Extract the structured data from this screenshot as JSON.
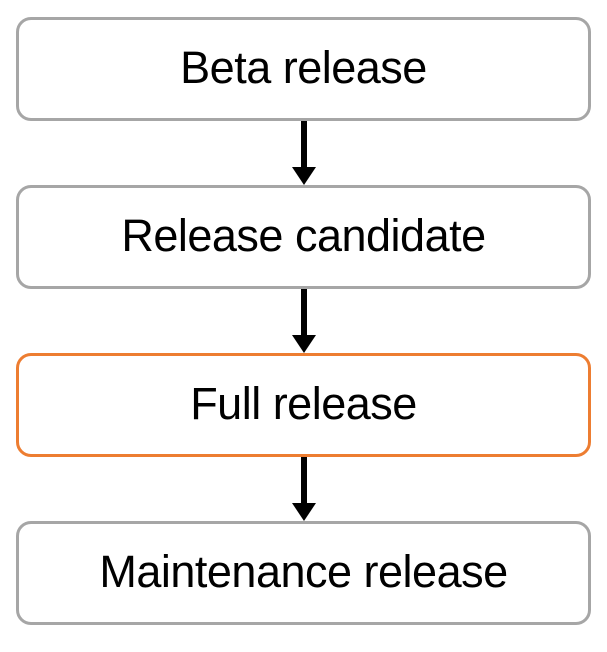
{
  "nodes": [
    {
      "label": "Beta release",
      "highlighted": false
    },
    {
      "label": "Release candidate",
      "highlighted": false
    },
    {
      "label": "Full release",
      "highlighted": true
    },
    {
      "label": "Maintenance release",
      "highlighted": false
    }
  ],
  "connectors": [
    {
      "from": "Beta release",
      "to": "Release candidate",
      "direction": "down"
    },
    {
      "from": "Release candidate",
      "to": "Full release",
      "direction": "down"
    },
    {
      "from": "Full release",
      "to": "Maintenance release",
      "direction": "down"
    }
  ],
  "colors": {
    "node_border": "#A6A6A6",
    "highlight_border": "#ED7D31",
    "arrow": "#000000",
    "text": "#000000",
    "background": "#FFFFFF"
  }
}
